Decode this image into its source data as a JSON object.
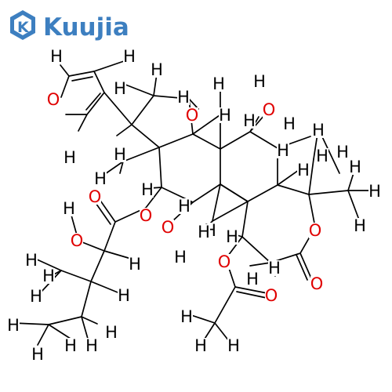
{
  "logo": {
    "text": "Kuujia",
    "mark": "K",
    "color": "#3d7fc0"
  },
  "colors": {
    "carbon_bond": "#000000",
    "hydrogen_label": "#000000",
    "oxygen_label": "#e00000"
  },
  "atom_labels": [
    {
      "id": "o_furan",
      "text": "O",
      "el": "O"
    },
    {
      "id": "h_furan_a",
      "text": "H",
      "el": "H"
    },
    {
      "id": "h_furan_b",
      "text": "H",
      "el": "H"
    },
    {
      "id": "h_furan_c",
      "text": "H",
      "el": "H"
    },
    {
      "id": "h_cp_1",
      "text": "H",
      "el": "H"
    },
    {
      "id": "h_cp_2",
      "text": "H",
      "el": "H"
    },
    {
      "id": "h_ring_a",
      "text": "H",
      "el": "H"
    },
    {
      "id": "h_ring_b",
      "text": "H",
      "el": "H"
    },
    {
      "id": "o_bridge",
      "text": "O",
      "el": "O"
    },
    {
      "id": "h_bridge",
      "text": "H",
      "el": "H"
    },
    {
      "id": "h_hydroxyl_top",
      "text": "H",
      "el": "H"
    },
    {
      "id": "o_hydroxyl_top",
      "text": "O",
      "el": "O"
    },
    {
      "id": "h_c2",
      "text": "H",
      "el": "H"
    },
    {
      "id": "h_c2b",
      "text": "H",
      "el": "H"
    },
    {
      "id": "h_c3",
      "text": "H",
      "el": "H"
    },
    {
      "id": "h_c3b",
      "text": "H",
      "el": "H"
    },
    {
      "id": "h_me1_a",
      "text": "H",
      "el": "H"
    },
    {
      "id": "h_me1_b",
      "text": "H",
      "el": "H"
    },
    {
      "id": "h_me1_c",
      "text": "H",
      "el": "H"
    },
    {
      "id": "h_me2_a",
      "text": "H",
      "el": "H"
    },
    {
      "id": "h_me2_b",
      "text": "H",
      "el": "H"
    },
    {
      "id": "h_me2_c",
      "text": "H",
      "el": "H"
    },
    {
      "id": "h_c5",
      "text": "H",
      "el": "H"
    },
    {
      "id": "o_lactone",
      "text": "O",
      "el": "O"
    },
    {
      "id": "o_lactone_co",
      "text": "O",
      "el": "O"
    },
    {
      "id": "h_c7",
      "text": "H",
      "el": "H"
    },
    {
      "id": "h_c8",
      "text": "H",
      "el": "H"
    },
    {
      "id": "h_me4_a",
      "text": "H",
      "el": "H"
    },
    {
      "id": "h_me4_b",
      "text": "H",
      "el": "H"
    },
    {
      "id": "h_me4_c",
      "text": "H",
      "el": "H"
    },
    {
      "id": "h_c9",
      "text": "H",
      "el": "H"
    },
    {
      "id": "h_cprop_1",
      "text": "H",
      "el": "H"
    },
    {
      "id": "h_cprop_2",
      "text": "H",
      "el": "H"
    },
    {
      "id": "o_ester",
      "text": "O",
      "el": "O"
    },
    {
      "id": "o_ester_co",
      "text": "O",
      "el": "O"
    },
    {
      "id": "h_oh_side",
      "text": "H",
      "el": "H"
    },
    {
      "id": "o_oh_side",
      "text": "O",
      "el": "O"
    },
    {
      "id": "h_side_ch",
      "text": "H",
      "el": "H"
    },
    {
      "id": "h_side_me_a",
      "text": "H",
      "el": "H"
    },
    {
      "id": "h_side_me_b",
      "text": "H",
      "el": "H"
    },
    {
      "id": "h_side_me_c",
      "text": "H",
      "el": "H"
    },
    {
      "id": "h_side_ch2",
      "text": "H",
      "el": "H"
    },
    {
      "id": "h_eth_a",
      "text": "H",
      "el": "H"
    },
    {
      "id": "h_eth_b",
      "text": "H",
      "el": "H"
    },
    {
      "id": "h_eth_c",
      "text": "H",
      "el": "H"
    },
    {
      "id": "h_eth_d",
      "text": "H",
      "el": "H"
    },
    {
      "id": "h_eth_e",
      "text": "H",
      "el": "H"
    },
    {
      "id": "o_hydroxyl_mid",
      "text": "O",
      "el": "O"
    },
    {
      "id": "h_hydroxyl_mid",
      "text": "H",
      "el": "H"
    },
    {
      "id": "h_c11",
      "text": "H",
      "el": "H"
    },
    {
      "id": "h_c12",
      "text": "H",
      "el": "H"
    },
    {
      "id": "o_acetate",
      "text": "O",
      "el": "O"
    },
    {
      "id": "h_c12b",
      "text": "H",
      "el": "H"
    },
    {
      "id": "o_acetate_co",
      "text": "O",
      "el": "O"
    },
    {
      "id": "h_ac_a",
      "text": "H",
      "el": "H"
    },
    {
      "id": "h_ac_b",
      "text": "H",
      "el": "H"
    },
    {
      "id": "h_ac_c",
      "text": "H",
      "el": "H"
    }
  ]
}
